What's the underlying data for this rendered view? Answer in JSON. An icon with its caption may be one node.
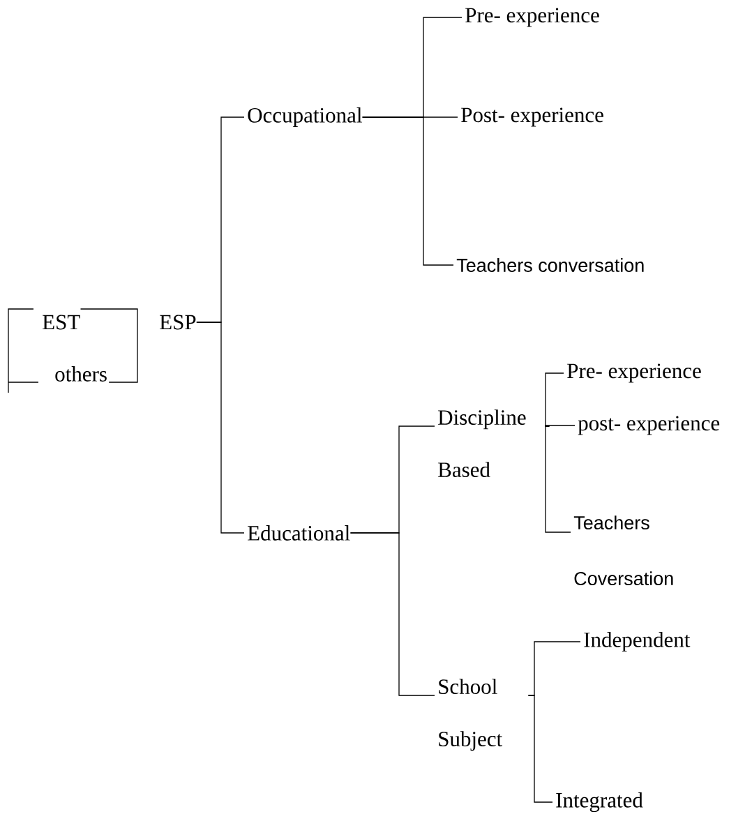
{
  "diagram": {
    "nodes": [
      {
        "text": [
          "EST"
        ]
      },
      {
        "text": [
          "others"
        ]
      },
      {
        "text": [
          "ESP"
        ]
      },
      {
        "text": [
          "Occupational"
        ]
      },
      {
        "text": [
          "Pre- experience"
        ]
      },
      {
        "text": [
          "Post- experience"
        ]
      },
      {
        "text": [
          "Teachers conversation"
        ]
      },
      {
        "text": [
          "Educational"
        ]
      },
      {
        "text": [
          "Discipline Based"
        ]
      },
      {
        "text": [
          "Pre- experience"
        ]
      },
      {
        "text": [
          "post- experience"
        ]
      },
      {
        "text": [
          "Teachers Coversation"
        ]
      },
      {
        "text": [
          "School Subject"
        ]
      },
      {
        "text": [
          "Independent"
        ]
      },
      {
        "text": [
          "Integrated"
        ]
      }
    ],
    "edges": [
      {
        "from": 0,
        "to": 1,
        "arrow": "none"
      },
      {
        "from": 0,
        "to": 1,
        "arrow": "none"
      },
      {
        "from": 2,
        "to": 3,
        "arrow": "none"
      },
      {
        "from": 2,
        "to": 7,
        "arrow": "none"
      },
      {
        "from": 3,
        "to": 4,
        "arrow": "none"
      },
      {
        "from": 3,
        "to": 5,
        "arrow": "none"
      },
      {
        "from": 3,
        "to": 6,
        "arrow": "none"
      },
      {
        "from": 7,
        "to": 8,
        "arrow": "none"
      },
      {
        "from": 7,
        "to": 12,
        "arrow": "none"
      },
      {
        "from": 8,
        "to": 9,
        "arrow": "none"
      },
      {
        "from": 8,
        "to": 10,
        "arrow": "none"
      },
      {
        "from": 8,
        "to": 11,
        "arrow": "none"
      },
      {
        "from": 12,
        "to": 13,
        "arrow": "none"
      },
      {
        "from": 12,
        "to": 14,
        "arrow": "none"
      }
    ]
  }
}
